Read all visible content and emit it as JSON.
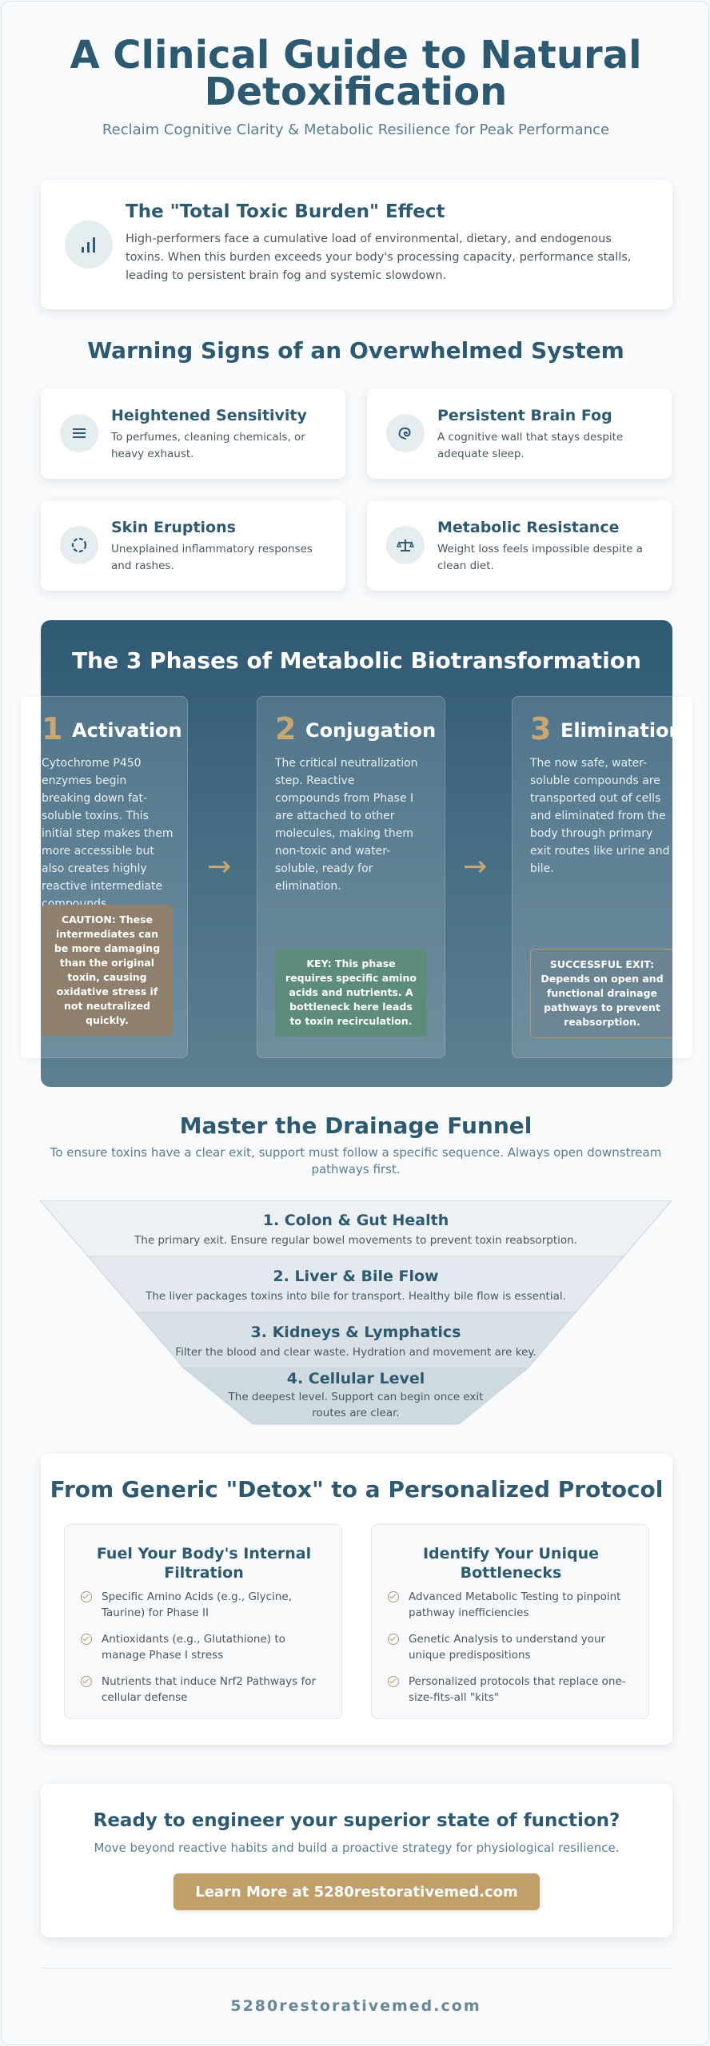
{
  "header": {
    "title": "A Clinical Guide to Natural Detoxification",
    "subtitle": "Reclaim Cognitive Clarity & Metabolic Resilience for Peak Performance"
  },
  "burden": {
    "icon": "bar-chart-icon",
    "title": "The \"Total Toxic Burden\" Effect",
    "text": "High-performers face a cumulative load of environmental, dietary, and endogenous toxins. When this burden exceeds your body's processing capacity, performance stalls, leading to persistent brain fog and systemic slowdown."
  },
  "warning": {
    "title": "Warning Signs of an Overwhelmed System",
    "cards": [
      {
        "icon": "wind-lines-icon",
        "title": "Heightened Sensitivity",
        "text": "To perfumes, cleaning chemicals, or heavy exhaust."
      },
      {
        "icon": "brain-icon",
        "title": "Persistent Brain Fog",
        "text": "A cognitive wall that stays despite adequate sleep."
      },
      {
        "icon": "dotted-circle-icon",
        "title": "Skin Eruptions",
        "text": "Unexplained inflammatory responses and rashes."
      },
      {
        "icon": "scale-icon",
        "title": "Metabolic Resistance",
        "text": "Weight loss feels impossible despite a clean diet."
      }
    ]
  },
  "phases": {
    "title": "The 3 Phases of Metabolic Biotransformation",
    "arrow": "→",
    "items": [
      {
        "num": "1",
        "name": "Activation",
        "text": "Cytochrome P450 enzymes begin breaking down fat-soluble toxins. This initial step makes them more accessible but also creates highly reactive intermediate compounds.",
        "note": "CAUTION: These intermediates can be more damaging than the original toxin, causing oxidative stress if not neutralized quickly."
      },
      {
        "num": "2",
        "name": "Conjugation",
        "text": "The critical neutralization step. Reactive compounds from Phase I are attached to other molecules, making them non-toxic and water-soluble, ready for elimination.",
        "note": "KEY: This phase requires specific amino acids and nutrients. A bottleneck here leads to toxin recirculation."
      },
      {
        "num": "3",
        "name": "Elimination",
        "text": "The now safe, water-soluble compounds are transported out of cells and eliminated from the body through primary exit routes like urine and bile.",
        "note": "SUCCESSFUL EXIT: Depends on open and functional drainage pathways to prevent reabsorption."
      }
    ]
  },
  "funnel": {
    "title": "Master the Drainage Funnel",
    "subtitle": "To ensure toxins have a clear exit, support must follow a specific sequence. Always open downstream pathways first.",
    "tiers": [
      {
        "title": "1. Colon & Gut Health",
        "text": "The primary exit. Ensure regular bowel movements to prevent toxin reabsorption.",
        "color": "#edf1f4"
      },
      {
        "title": "2. Liver & Bile Flow",
        "text": "The liver packages toxins into bile for transport. Healthy bile flow is essential.",
        "color": "#e3e9ee"
      },
      {
        "title": "3. Kidneys & Lymphatics",
        "text": "Filter the blood and clear waste. Hydration and movement are key.",
        "color": "#d9e1e7"
      },
      {
        "title": "4. Cellular Level",
        "text": "The deepest level. Support can begin once exit routes are clear.",
        "color": "#cfd9e0"
      }
    ]
  },
  "protocol": {
    "title": "From Generic \"Detox\" to a Personalized Protocol",
    "columns": [
      {
        "title": "Fuel Your Body's Internal Filtration",
        "items": [
          "Specific Amino Acids (e.g., Glycine, Taurine) for Phase II",
          "Antioxidants (e.g., Glutathione) to manage Phase I stress",
          "Nutrients that induce Nrf2 Pathways for cellular defense"
        ]
      },
      {
        "title": "Identify Your Unique Bottlenecks",
        "items": [
          "Advanced Metabolic Testing to pinpoint pathway inefficiencies",
          "Genetic Analysis to understand your unique predispositions",
          "Personalized protocols that replace one-size-fits-all \"kits\""
        ]
      }
    ]
  },
  "cta": {
    "title": "Ready to engineer your superior state of function?",
    "text": "Move beyond reactive habits and build a proactive strategy for physiological resilience.",
    "button": "Learn More at 5280restorativemed.com"
  },
  "footer": {
    "text": "5280restorativemed.com"
  },
  "colors": {
    "primary": "#2d5a70",
    "accent": "#c19f6a",
    "background": "#f8fafc"
  }
}
